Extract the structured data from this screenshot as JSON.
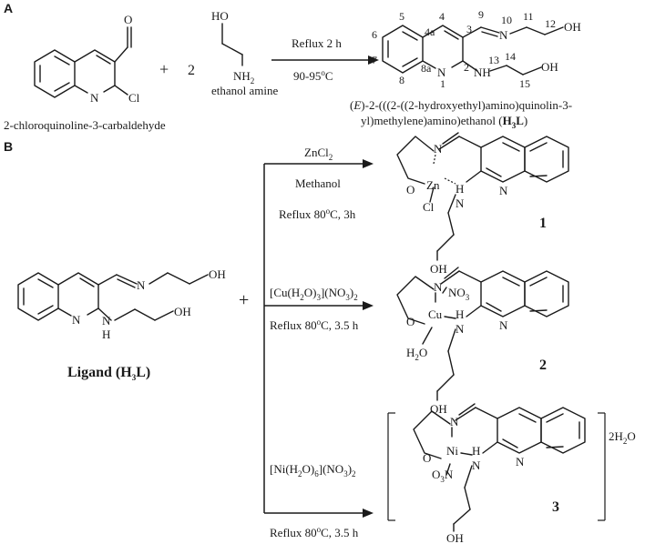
{
  "panels": {
    "a": "A",
    "b": "B"
  },
  "reaction_a": {
    "reactant1_name": "2-chloroquinoline-3-carbaldehyde",
    "coefficient": "2",
    "reactant2_name": "ethanol amine",
    "plus": "+",
    "conditions_top": "Reflux 2 h",
    "conditions_bottom": "90-95",
    "conditions_bottom_deg": "o",
    "conditions_bottom_unit": "C",
    "product_name_l1_pre": "(",
    "product_name_l1_e": "E",
    "product_name_l1_post": ")-2-(((2-((2-hydroxyethyl)amino)quinolin-3-",
    "product_name_l2_pre": "yl)methylene)amino)ethanol (",
    "product_name_l2_h": "H",
    "product_name_l2_sub": "3",
    "product_name_l2_l": "L",
    "product_name_l2_post": ")",
    "numbering": [
      "5",
      "4",
      "3",
      "9",
      "10",
      "11",
      "12",
      "6",
      "4a",
      "7",
      "8a",
      "2",
      "13",
      "14",
      "15",
      "8",
      "1"
    ]
  },
  "reaction_b": {
    "ligand_label_pre": "Ligand (H",
    "ligand_label_sub": "3",
    "ligand_label_post": "L)",
    "plus": "+",
    "route1": {
      "reagent": "ZnCl",
      "reagent_sub": "2",
      "solvent": "Methanol",
      "conditions": "Reflux 80",
      "deg": "o",
      "unit": "C, 3h",
      "product": "1"
    },
    "route2": {
      "reagent_a": "[Cu(H",
      "reagent_sub1": "2",
      "reagent_b": "O)",
      "reagent_sub2": "3",
      "reagent_c": "](NO",
      "reagent_sub3": "3",
      "reagent_d": ")",
      "reagent_sub4": "2",
      "conditions": "Reflux 80",
      "deg": "o",
      "unit": "C, 3.5 h",
      "product": "2"
    },
    "route3": {
      "reagent_a": "[Ni(H",
      "reagent_sub1": "2",
      "reagent_b": "O)",
      "reagent_sub2": "6",
      "reagent_c": "](NO",
      "reagent_sub3": "3",
      "reagent_d": ")",
      "reagent_sub4": "2",
      "conditions": "Reflux 80",
      "deg": "o",
      "unit": "C, 3.5 h",
      "product": "3",
      "hydrate_a": "2H",
      "hydrate_sub": "2",
      "hydrate_b": "O"
    }
  },
  "atoms": {
    "O": "O",
    "N": "N",
    "Cl": "Cl",
    "OH": "OH",
    "NH": "NH",
    "NH2": "NH",
    "H": "H",
    "Zn": "Zn",
    "Cu": "Cu",
    "Ni": "Ni",
    "NO3": "NO",
    "NO3_sub": "3",
    "O3N_a": "O",
    "O3N_sub": "3",
    "O3N_b": "N",
    "H2O_a": "H",
    "H2O_sub": "2",
    "H2O_b": "O",
    "sub2": "2"
  }
}
